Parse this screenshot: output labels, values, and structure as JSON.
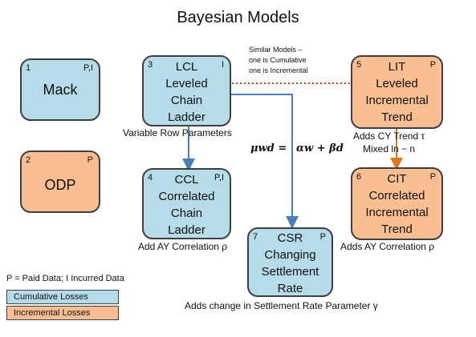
{
  "title": "Bayesian Models",
  "models": {
    "mack": {
      "num": "1",
      "tag": "P,I",
      "name": "Mack"
    },
    "odp": {
      "num": "2",
      "tag": "P",
      "name": "ODP"
    },
    "lcl": {
      "num": "3",
      "tag": "I",
      "lines": [
        "LCL",
        "Leveled",
        "Chain",
        "Ladder"
      ]
    },
    "ccl": {
      "num": "4",
      "tag": "P,I",
      "lines": [
        "CCL",
        "Correlated",
        "Chain",
        "Ladder"
      ]
    },
    "lit": {
      "num": "5",
      "tag": "P",
      "lines": [
        "LIT",
        "Leveled",
        "Incremental",
        "Trend"
      ]
    },
    "cit": {
      "num": "6",
      "tag": "P",
      "lines": [
        "CIT",
        "Correlated",
        "Incremental",
        "Trend"
      ]
    },
    "csr": {
      "num": "7",
      "tag": "P",
      "lines": [
        "CSR",
        "Changing",
        "Settlement",
        "Rate"
      ]
    }
  },
  "notes": {
    "similar": [
      "Similar Models –",
      "one is Cumulative",
      "one is Incremental"
    ],
    "variable_row": "Variable Row Parameters",
    "formula_lhs": "μwd =",
    "formula_rhs": "αw + βd",
    "adds_cy": "Adds CY Trend τ",
    "mixed": "Mixed  ln − n",
    "ay_corr_ccl": "Add AY Correlation ρ",
    "ay_corr_cit": "Adds AY Correlation ρ",
    "settlement": "Adds change in Settlement Rate Parameter γ"
  },
  "legend": {
    "key": "P = Paid Data; I Incurred Data",
    "cumulative": "Cumulative Losses",
    "incremental": "Incremental Losses"
  },
  "colors": {
    "cumulative": "#b7dce9",
    "incremental": "#f9bf93",
    "arrow_blue": "#4a7ebb",
    "arrow_orange": "#d9791c",
    "dotted_red": "#c0392b"
  }
}
